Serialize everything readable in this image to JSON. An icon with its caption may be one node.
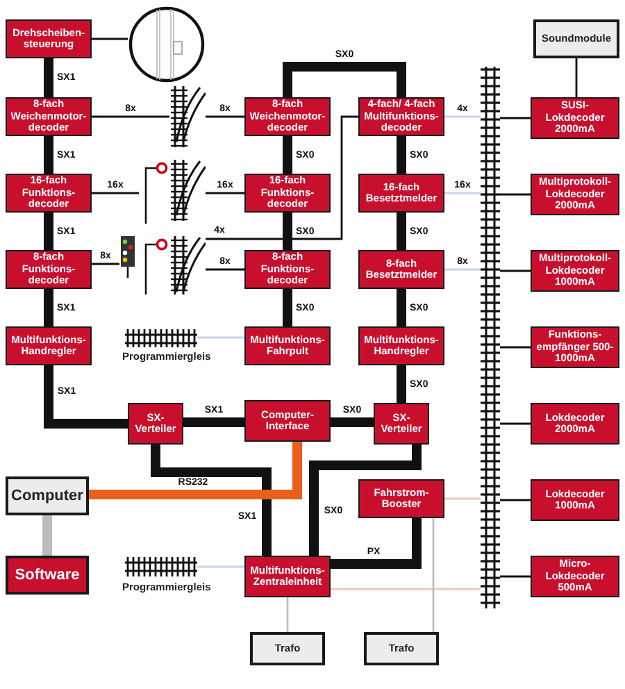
{
  "diagram": {
    "nodes": [
      {
        "text": [
          "Drehscheiben-steuerung"
        ]
      },
      {
        "text": [
          "8-fach Weichenmotor-decoder"
        ]
      },
      {
        "text": [
          "16-fach Funktions-decoder"
        ]
      },
      {
        "text": [
          "8-fach Funktions-decoder"
        ]
      },
      {
        "text": [
          "Multifunktions-Handregler"
        ]
      },
      {
        "text": [
          "8-fach Weichenmotor-decoder"
        ]
      },
      {
        "text": [
          "16-fach Funktions-decoder"
        ]
      },
      {
        "text": [
          "8-fach Funktions-decoder"
        ]
      },
      {
        "text": [
          "Multifunktions-Fahrpult"
        ]
      },
      {
        "text": [
          "4-fach/ 4-fach Multifunktions-decoder"
        ]
      },
      {
        "text": [
          "16-fach Besetztmelder"
        ]
      },
      {
        "text": [
          "8-fach Besetztmelder"
        ]
      },
      {
        "text": [
          "Multifunktions-Handregler"
        ]
      },
      {
        "text": [
          "Soundmodule"
        ]
      },
      {
        "text": [
          "SUSI-Lokdecoder 2000mA"
        ]
      },
      {
        "text": [
          "Multiprotokoll-Lokdecoder 2000mA"
        ]
      },
      {
        "text": [
          "Multiprotokoll-Lokdecoder 1000mA"
        ]
      },
      {
        "text": [
          "Funktions-empfänger 500-1000mA"
        ]
      },
      {
        "text": [
          "Lokdecoder 2000mA"
        ]
      },
      {
        "text": [
          "Lokdecoder 1000mA"
        ]
      },
      {
        "text": [
          "Micro-Lokdecoder 500mA"
        ]
      },
      {
        "text": [
          "SX-Verteiler"
        ]
      },
      {
        "text": [
          "Computer-Interface"
        ]
      },
      {
        "text": [
          "SX-Verteiler"
        ]
      },
      {
        "text": [
          "Computer"
        ]
      },
      {
        "text": [
          "Software"
        ]
      },
      {
        "text": [
          "Fahrstrom-Booster"
        ]
      },
      {
        "text": [
          "Multifunktions-Zentraleinheit"
        ]
      },
      {
        "text": [
          "Trafo"
        ]
      },
      {
        "text": [
          "Trafo"
        ]
      },
      {
        "text": [],
        "shape": "picture"
      },
      {
        "text": [],
        "shape": "picture"
      },
      {
        "text": [],
        "shape": "picture"
      },
      {
        "text": [],
        "shape": "picture"
      },
      {
        "text": [],
        "shape": "picture"
      },
      {
        "text": [],
        "shape": "picture",
        "beside": [
          "Programmiergleis"
        ]
      },
      {
        "text": [],
        "shape": "picture",
        "beside": [
          "Programmiergleis"
        ]
      },
      {
        "text": [],
        "shape": "picture"
      }
    ],
    "edges": [
      {
        "from": 0,
        "to": 30,
        "arrow": "none"
      },
      {
        "from": 0,
        "to": 1,
        "arrow": "none",
        "label": "SX1",
        "style": "thick"
      },
      {
        "from": 1,
        "to": 2,
        "arrow": "none",
        "label": "SX1",
        "style": "thick"
      },
      {
        "from": 2,
        "to": 3,
        "arrow": "none",
        "label": "SX1",
        "style": "thick"
      },
      {
        "from": 3,
        "to": 4,
        "arrow": "none",
        "label": "SX1",
        "style": "thick"
      },
      {
        "from": 4,
        "to": 21,
        "arrow": "none",
        "label": "SX1",
        "style": "thick"
      },
      {
        "from": 1,
        "to": 31,
        "arrow": "none",
        "label": "8x"
      },
      {
        "from": 5,
        "to": 31,
        "arrow": "none",
        "label": "8x"
      },
      {
        "from": 2,
        "to": 32,
        "arrow": "none",
        "label": "16x"
      },
      {
        "from": 6,
        "to": 32,
        "arrow": "none",
        "label": "16x"
      },
      {
        "from": 3,
        "to": 34,
        "arrow": "none",
        "label": "8x"
      },
      {
        "from": 7,
        "to": 33,
        "arrow": "none",
        "label": "8x"
      },
      {
        "from": 9,
        "to": 33,
        "arrow": "none",
        "label": "4x"
      },
      {
        "from": 5,
        "to": 6,
        "arrow": "none",
        "label": "SX0",
        "style": "thick"
      },
      {
        "from": 6,
        "to": 7,
        "arrow": "none",
        "label": "SX0",
        "style": "thick"
      },
      {
        "from": 7,
        "to": 8,
        "arrow": "none",
        "label": "SX0",
        "style": "thick"
      },
      {
        "from": 5,
        "to": 9,
        "arrow": "none",
        "label": "SX0",
        "style": "thick"
      },
      {
        "from": 9,
        "to": 10,
        "arrow": "none",
        "label": "SX0",
        "style": "thick"
      },
      {
        "from": 10,
        "to": 11,
        "arrow": "none",
        "label": "SX0",
        "style": "thick"
      },
      {
        "from": 11,
        "to": 12,
        "arrow": "none",
        "label": "SX0",
        "style": "thick"
      },
      {
        "from": 12,
        "to": 23,
        "arrow": "none",
        "label": "SX0",
        "style": "thick"
      },
      {
        "from": 21,
        "to": 22,
        "arrow": "none",
        "label": "SX1",
        "style": "thick"
      },
      {
        "from": 23,
        "to": 22,
        "arrow": "none",
        "label": "SX0",
        "style": "thick"
      },
      {
        "from": 21,
        "to": 27,
        "arrow": "none",
        "label": "SX1",
        "style": "thick"
      },
      {
        "from": 23,
        "to": 27,
        "arrow": "none",
        "label": "SX0",
        "style": "thick"
      },
      {
        "from": 26,
        "to": 27,
        "arrow": "none",
        "label": "PX",
        "style": "thick"
      },
      {
        "from": 22,
        "to": 24,
        "arrow": "none",
        "label": "RS232",
        "style": "thick",
        "color": "#e8601c"
      },
      {
        "from": 24,
        "to": 25,
        "arrow": "none",
        "style": "thick",
        "color": "#bdbdbd"
      },
      {
        "from": 8,
        "to": 35,
        "arrow": "none",
        "color": "#c9d6ea"
      },
      {
        "from": 27,
        "to": 36,
        "arrow": "none",
        "color": "#c9d6ea"
      },
      {
        "from": 9,
        "to": 37,
        "arrow": "none",
        "label": "4x",
        "color": "#c9d6ea"
      },
      {
        "from": 10,
        "to": 37,
        "arrow": "none",
        "label": "16x",
        "color": "#c9d6ea"
      },
      {
        "from": 11,
        "to": 37,
        "arrow": "none",
        "label": "8x",
        "color": "#c9d6ea"
      },
      {
        "from": 26,
        "to": 37,
        "arrow": "none",
        "color": "#f0c8b4"
      },
      {
        "from": 27,
        "to": 37,
        "arrow": "none",
        "color": "#f0c8b4"
      },
      {
        "from": 27,
        "to": 28,
        "arrow": "none",
        "color": "#bdbdbd"
      },
      {
        "from": 26,
        "to": 29,
        "arrow": "none",
        "color": "#bdbdbd"
      },
      {
        "from": 13,
        "to": 14,
        "arrow": "none"
      },
      {
        "from": 37,
        "to": 14,
        "arrow": "none"
      },
      {
        "from": 37,
        "to": 15,
        "arrow": "none"
      },
      {
        "from": 37,
        "to": 16,
        "arrow": "none"
      },
      {
        "from": 37,
        "to": 17,
        "arrow": "none"
      },
      {
        "from": 37,
        "to": 18,
        "arrow": "none"
      },
      {
        "from": 37,
        "to": 19,
        "arrow": "none"
      },
      {
        "from": 37,
        "to": 20,
        "arrow": "none"
      }
    ]
  }
}
